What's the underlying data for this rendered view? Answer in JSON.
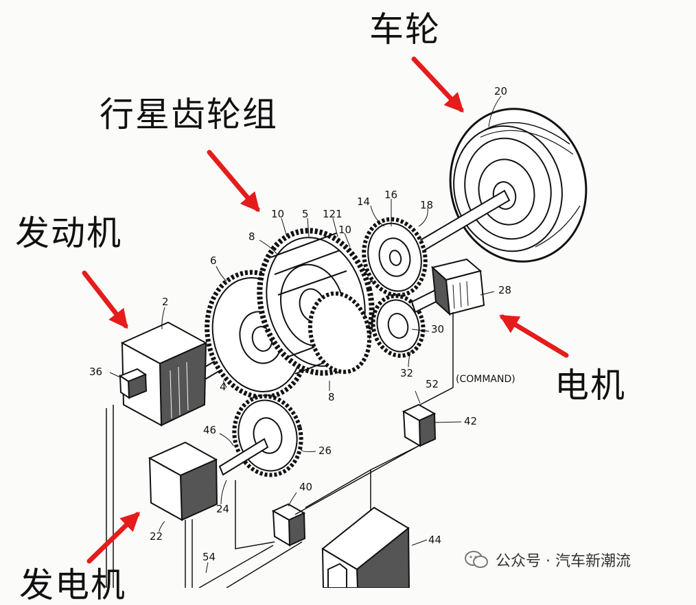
{
  "labels": {
    "wheel": "车轮",
    "planetary_gear_set": "行星齿轮组",
    "engine": "发动机",
    "motor": "电机",
    "generator": "发电机"
  },
  "part_numbers": {
    "n20": "20",
    "n18": "18",
    "n16": "16",
    "n14": "14",
    "n121": "121",
    "n10a": "10",
    "n10b": "10",
    "n5": "5",
    "n8a": "8",
    "n8b": "8",
    "n6": "6",
    "n2": "2",
    "n36": "36",
    "n4": "4",
    "n28": "28",
    "n30": "30",
    "n32": "32",
    "n52": "52",
    "command": "(COMMAND)",
    "n42": "42",
    "n46": "46",
    "n26": "26",
    "n24": "24",
    "n22": "22",
    "n40": "40",
    "n54": "54",
    "n44": "44"
  },
  "watermark": {
    "text": "公众号 · 汽车新潮流"
  },
  "colors": {
    "arrow": "#e51c1c",
    "ink": "#111111",
    "paper": "#fbfbf9"
  }
}
